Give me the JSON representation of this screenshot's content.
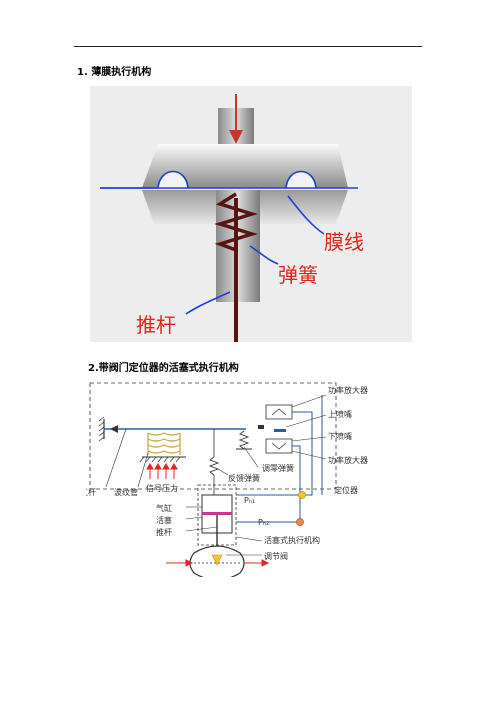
{
  "doc": {
    "section1_title": "1.    薄膜执行机构",
    "section2_title": "2.带阀门定位器的活塞式执行机构"
  },
  "fig1": {
    "labels": {
      "diaphragm": "膜线",
      "spring": "弹簧",
      "push_rod": "推杆"
    },
    "colors": {
      "label_red": "#e0261d",
      "line_blue": "#1f3ed6",
      "arrow_red": "#c0392b",
      "rod": "#5a1410"
    }
  },
  "fig2": {
    "labels": {
      "power_amp_top": "功率放大器",
      "upper_nozzle": "上喷嘴",
      "lower_nozzle": "下喷嘴",
      "power_amp_bottom": "功率放大器",
      "lever": "杠杆",
      "bellows": "波纹管",
      "signal_pressure": "信号压力",
      "feedback_spring": "反馈弹簧",
      "zero_spring": "调零弹簧",
      "positioner": "定位器",
      "p_h1": "Pₕ₁",
      "p_h2": "Pₕ₂",
      "cylinder": "气缸",
      "piston": "活塞",
      "push_rod": "推杆",
      "piston_actuator": "活塞式执行机构",
      "valve": "调节阀"
    },
    "colors": {
      "line": "#2a5aa8",
      "label": "#333333",
      "spring": "#c9a13b",
      "piston": "#c23a8c",
      "arrow": "#e0261d",
      "dot_yellow": "#f4c430",
      "dot_orange": "#f08a5a"
    }
  }
}
